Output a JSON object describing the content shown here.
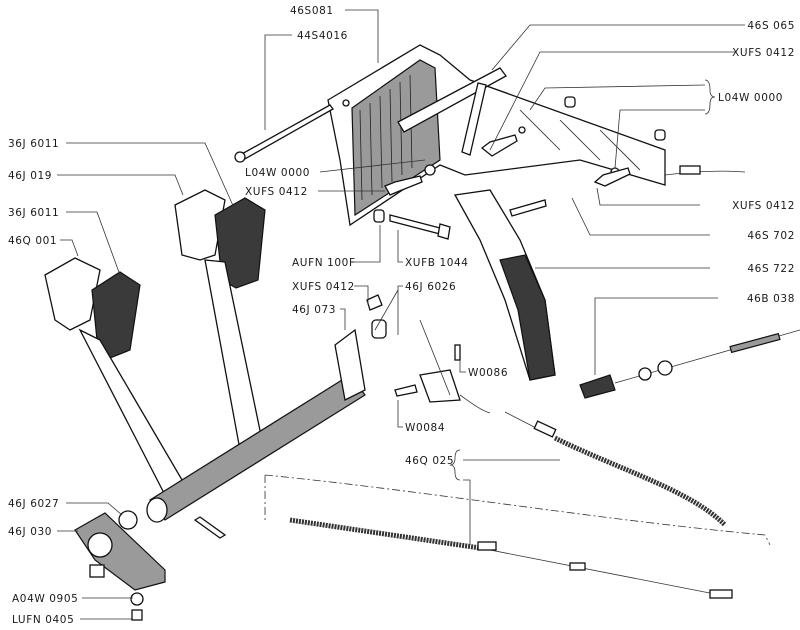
{
  "diagram": {
    "labels": {
      "l46S081": "46S081",
      "l44S4016": "44S4016",
      "l46S065": "46S 065",
      "lXUFS0412_top": "XUFS 0412",
      "lL04W0000_right": "L04W 0000",
      "l36J6011_a": "36J 6011",
      "l46J019": "46J 019",
      "lL04W0000_center": "L04W 0000",
      "lXUFS0412_center": "XUFS 0412",
      "l36J6011_b": "36J 6011",
      "l46Q001": "46Q 001",
      "lXUFS0412_right": "XUFS 0412",
      "l46S702": "46S 702",
      "lAUFN100F": "AUFN 100F",
      "lXUFB1044": "XUFB 1044",
      "l46S722": "46S 722",
      "lXUFS0412_low": "XUFS 0412",
      "l46J6026": "46J 6026",
      "l46B038": "46B 038",
      "l46J073": "46J 073",
      "lW0086": "W0086",
      "lW0084": "W0084",
      "l46Q025": "46Q 025",
      "l46J6027": "46J 6027",
      "l46J030": "46J 030",
      "lA04W0905": "A04W 0905",
      "lLUFN0405": "LUFN 0405"
    }
  }
}
